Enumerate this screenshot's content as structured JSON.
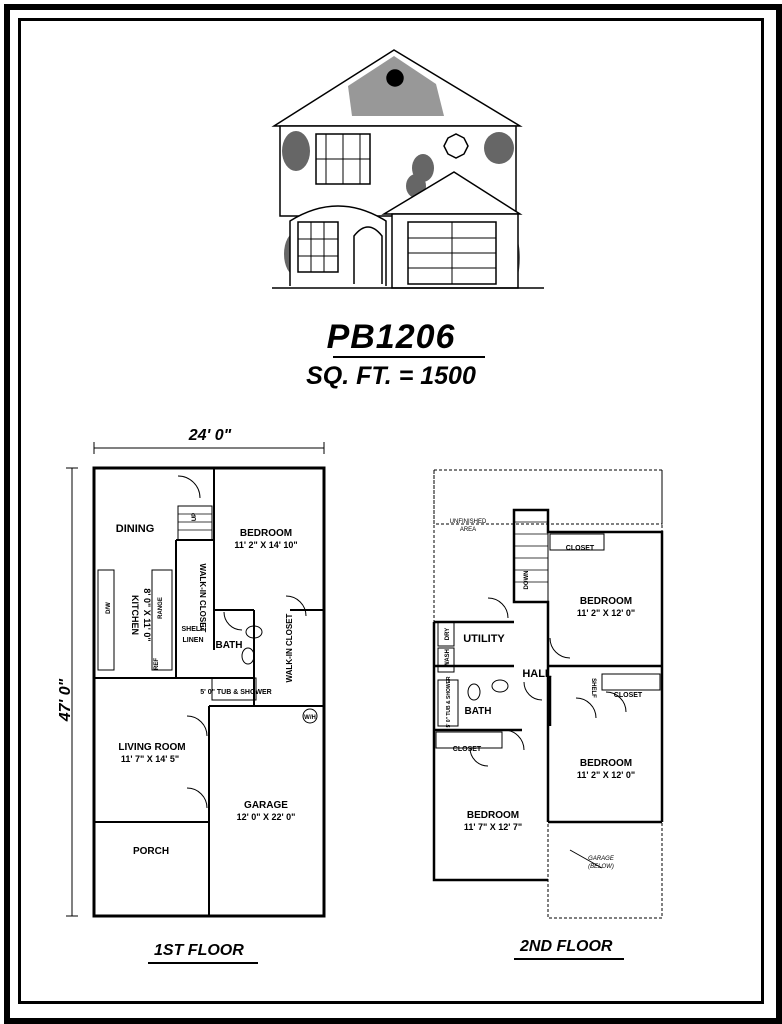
{
  "plan": {
    "code": "PB1206",
    "sqft": "SQ. FT. = 1500"
  },
  "dimensions": {
    "width": "24'  0\"",
    "depth": "47'  0\""
  },
  "first_floor": {
    "label": "1ST FLOOR",
    "rooms": {
      "dining": "DINING",
      "bedroom": "BEDROOM",
      "bedroom_size": "11' 2\" X 14' 10\"",
      "kitchen": "KITCHEN",
      "kitchen_size": "8' 0\" X 11' 0\"",
      "walkin_closet_1": "WALK-IN CLOSET",
      "walkin_closet_2": "WALK-IN CLOSET",
      "bath": "BATH",
      "shelf": "SHELF",
      "linen": "LINEN",
      "tub": "5' 0\" TUB & SHOWER",
      "living": "LIVING ROOM",
      "living_size": "11' 7\" X 14' 5\"",
      "garage": "GARAGE",
      "garage_size": "12' 0\" X 22' 0\"",
      "porch": "PORCH",
      "range": "RANGE",
      "dw": "D/W",
      "ref": "REF",
      "wh": "W/H",
      "up": "UP"
    }
  },
  "second_floor": {
    "label": "2ND FLOOR",
    "rooms": {
      "unfinished": "UNFINISHED",
      "area": "AREA",
      "closet_1": "CLOSET",
      "bedroom_1": "BEDROOM",
      "bedroom_1_size": "11' 2\" X 12' 0\"",
      "utility": "UTILITY",
      "dry": "DRY",
      "wash": "WASH",
      "hall": "HALL",
      "bath": "BATH",
      "tub": "5' 0\" TUB & SHOWER",
      "shelf": "SHELF",
      "closet_2": "CLOSET",
      "closet_3": "CLOSET",
      "bedroom_2": "BEDROOM",
      "bedroom_2_size": "11' 2\" X 12' 0\"",
      "bedroom_3": "BEDROOM",
      "bedroom_3_size": "11' 7\" X 12' 7\"",
      "garage_below_1": "GARAGE",
      "garage_below_2": "(BELOW)",
      "down": "DOWN"
    }
  }
}
